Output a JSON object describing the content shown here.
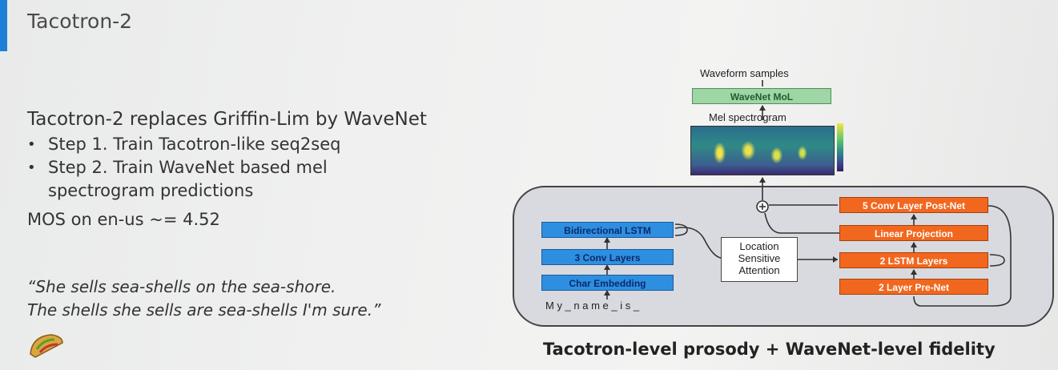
{
  "slide": {
    "title": "Tacotron-2",
    "heading": "Tacotron-2 replaces Griffin-Lim by WaveNet",
    "bullets": [
      "Step 1. Train Tacotron-like seq2seq",
      "Step 2. Train WaveNet based mel spectrogram predictions"
    ],
    "mos": "MOS on en-us ~= 4.52",
    "quote_line1": "“She sells sea-shells on the sea-shore.",
    "quote_line2": "The shells she sells are sea-shells I'm sure.”",
    "footer": "Tacotron-level prosody + WaveNet-level fidelity"
  },
  "diagram": {
    "waveform_label": "Waveform samples",
    "wavenet_box": "WaveNet MoL",
    "mel_label": "Mel spectrogram",
    "post_net": "5 Conv Layer Post-Net",
    "linear_proj": "Linear Projection",
    "lstm2": "2 LSTM Layers",
    "prenet": "2 Layer Pre-Net",
    "bilstm": "Bidirectional LSTM",
    "conv3": "3 Conv Layers",
    "char_emb": "Char Embedding",
    "input_text": "M y _ n a m e _ i s _",
    "attention": "Location\nSensitive\nAttention"
  },
  "colors": {
    "accent": "#1e7fd6",
    "blue_box": "#2e8fe0",
    "orange_box": "#f2671e",
    "green_box": "#9ed6a6"
  },
  "icons": [
    "taco-icon"
  ]
}
